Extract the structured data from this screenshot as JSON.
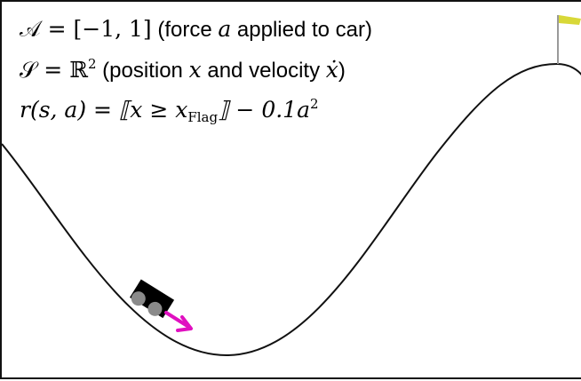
{
  "equations": {
    "action_space": {
      "math": "𝒜 = [−1, 1]",
      "text_before": " (force ",
      "var": "a",
      "text_after": " applied to car)"
    },
    "state_space": {
      "math": "𝒮 = ℝ",
      "exp": "2",
      "text_before": " (position ",
      "var1": "x",
      "text_mid": " and velocity ",
      "var2": "ẋ",
      "text_after": ")"
    },
    "reward": {
      "lhs": "r(s, a) = ⟦x ≥ x",
      "sub": "Flag",
      "rhs": "⟧ − 0.1a",
      "exp": "2"
    }
  },
  "colors": {
    "terrain": "#111111",
    "car_body": "#000000",
    "wheels": "#8a8a8a",
    "force_arrow": "#e010c0",
    "flag": "#d8d838",
    "flag_pole": "#9a9a9a"
  },
  "icons": {
    "car": "car-icon",
    "flag": "goal-flag-icon",
    "arrow": "force-arrow-icon"
  }
}
